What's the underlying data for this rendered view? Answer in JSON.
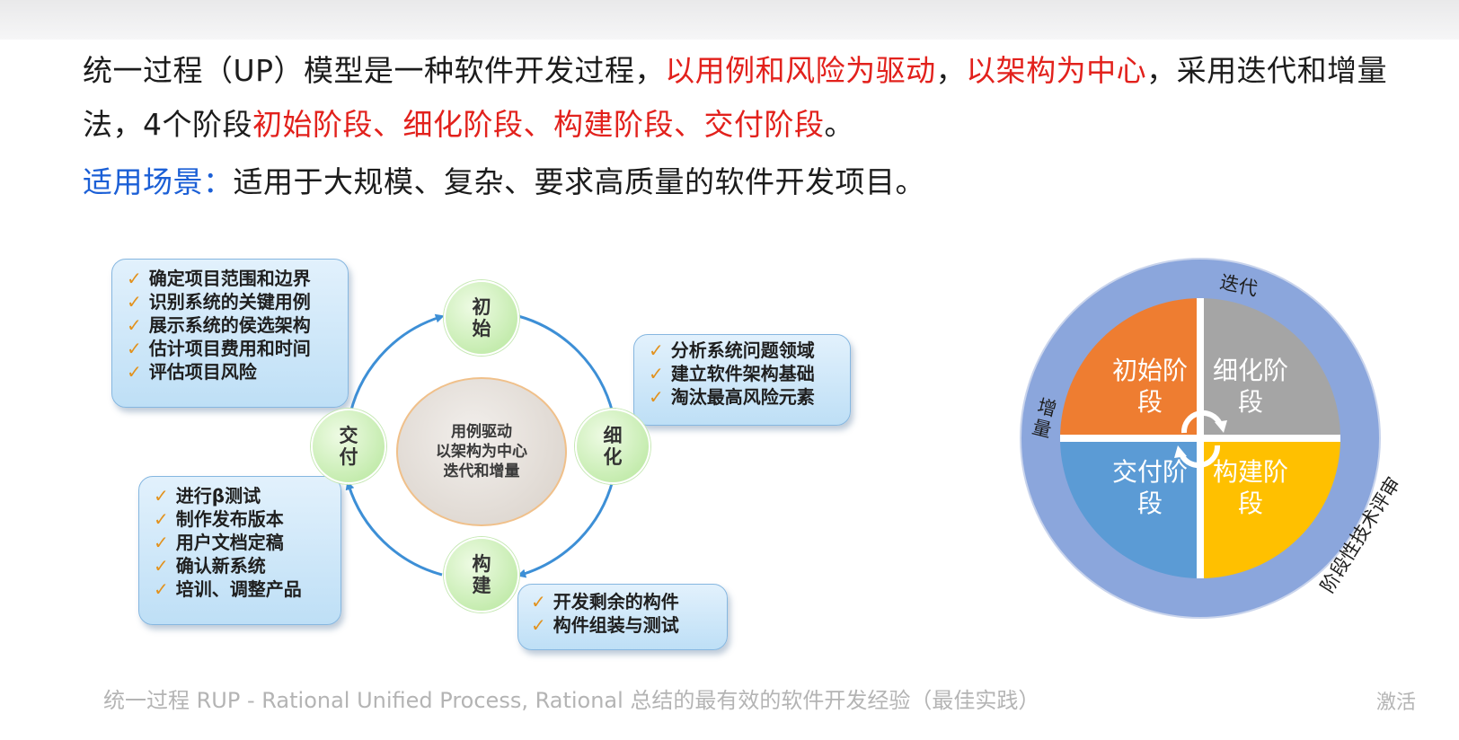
{
  "intro": {
    "l1_a": "统一过程（UP）模型是一种软件开发过程，",
    "l1_b": "以用例和风险为驱动",
    "l1_c": "，",
    "l1_d": "以架构为中心",
    "l1_e": "，采用迭代和增量",
    "l2_a": "法，4个阶段",
    "l2_b": "初始阶段、细化阶段、构建阶段、交付阶段",
    "l2_c": "。",
    "l3_label": "适用场景：",
    "l3_text": "适用于大规模、复杂、要求高质量的软件开发项目。"
  },
  "cycle": {
    "center": [
      "用例驱动",
      "以架构为中心",
      "迭代和增量"
    ],
    "phases": {
      "inception": "初始",
      "elaboration": "细化",
      "construction": "构建",
      "transition": "交付"
    },
    "inception_tasks": [
      "确定项目范围和边界",
      "识别系统的关键用例",
      "展示系统的侯选架构",
      "估计项目费用和时间",
      "评估项目风险"
    ],
    "elaboration_tasks": [
      "分析系统问题领域",
      "建立软件架构基础",
      "淘汰最高风险元素"
    ],
    "construction_tasks": [
      "开发剩余的构件",
      "构件组装与测试"
    ],
    "transition_tasks": [
      "进行β测试",
      "制作发布版本",
      "用户文档定稿",
      "确认新系统",
      "培训、调整产品"
    ],
    "check_mark": "✓"
  },
  "wheel": {
    "iteration": "迭代",
    "increment": "增量",
    "review": "阶段性技术评审",
    "q1": "初始阶段",
    "q2": "细化阶段",
    "q3": "交付阶段",
    "q4": "构建阶段",
    "colors": {
      "outer": "#8ba6dc",
      "inception": "#ee7d31",
      "elaboration": "#a5a5a5",
      "transition": "#5b9bd5",
      "construction": "#ffc000"
    }
  },
  "caption": "统一过程 RUP - Rational Unified Process, Rational 总结的最有效的软件开发经验（最佳实践）",
  "corner_text": "激活"
}
